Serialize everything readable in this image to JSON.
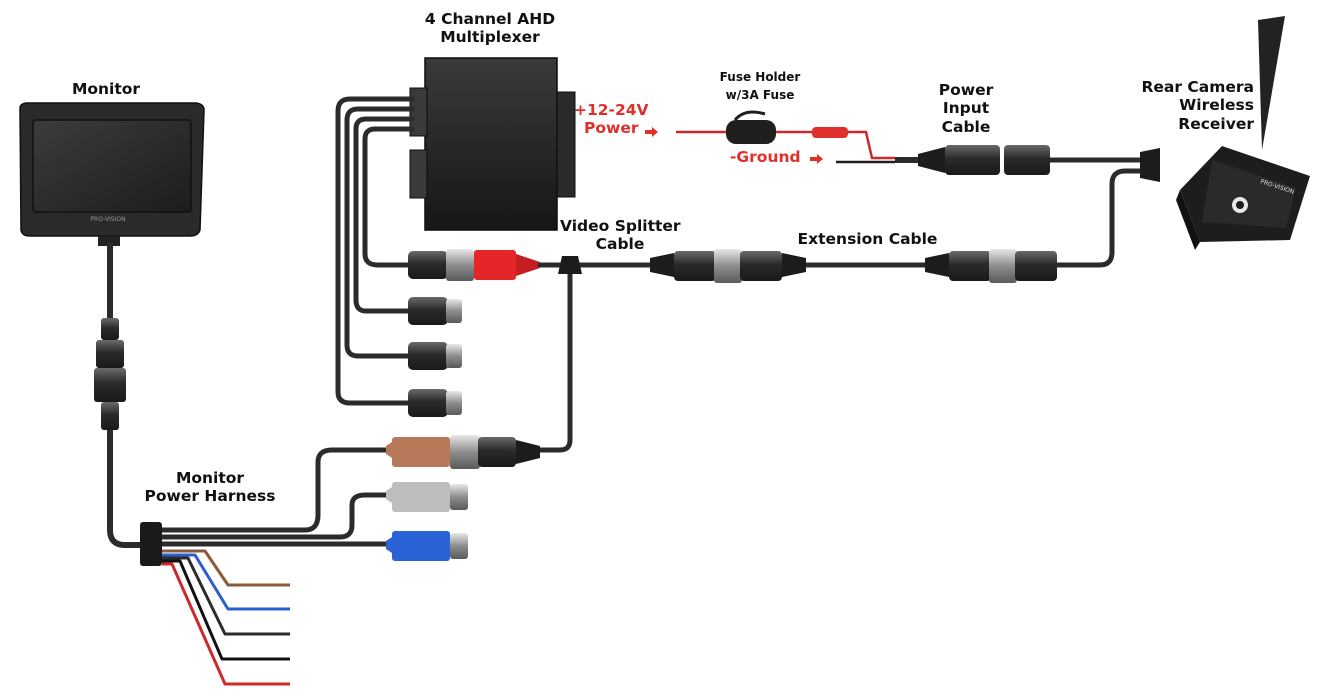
{
  "labels": {
    "monitor": "Monitor",
    "multiplexer": [
      "4 Channel AHD",
      "Multiplexer"
    ],
    "fuse_holder": [
      "Fuse Holder",
      "w/3A Fuse"
    ],
    "power_input_cable": [
      "Power",
      "Input",
      "Cable"
    ],
    "rear_camera_receiver": [
      "Rear Camera",
      "Wireless",
      "Receiver"
    ],
    "power_positive": [
      "+12-24V",
      "Power"
    ],
    "ground": "-Ground",
    "video_splitter_cable": [
      "Video Splitter",
      "Cable"
    ],
    "extension_cable": "Extension Cable",
    "monitor_power_harness": [
      "Monitor",
      "Power Harness"
    ],
    "monitor_brand": "PRO-VISION",
    "receiver_brand": "PRO-VISION"
  },
  "colors": {
    "cable": "#2b2b2b",
    "power_red": "#e0302c",
    "video_red_connector": "#e4262b",
    "brown_connector": "#b8785a",
    "gray_connector": "#bdbdbd",
    "blue_connector": "#2a63d6",
    "harness_brown": "#8a5a3a",
    "harness_blue": "#2a5fd0",
    "harness_red": "#cc2a2a"
  }
}
